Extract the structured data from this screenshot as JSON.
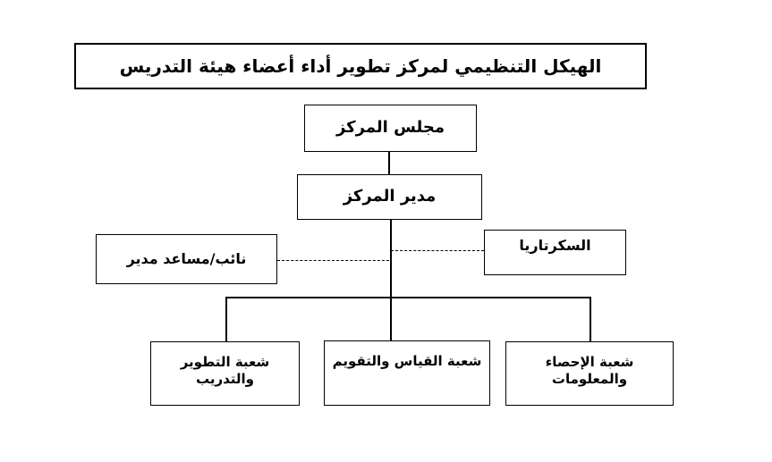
{
  "diagram": {
    "title": "الهيكل التنظيمي لمركز تطوير أداء أعضاء هيئة التدريس",
    "nodes": {
      "council": "مجلس المركز",
      "director": "مدير المركز",
      "deputy": "نائب/مساعد مدير",
      "secretariat": "السكرتاريا",
      "division_development": "شعبة التطوير والتدريب",
      "division_measurement": "شعبة القياس والتقويم",
      "division_statistics": "شعبة الإحصاء والمعلومات"
    },
    "edges": [
      {
        "from": "council",
        "to": "director",
        "style": "solid"
      },
      {
        "from": "director",
        "to": "deputy",
        "style": "dashed"
      },
      {
        "from": "director",
        "to": "secretariat",
        "style": "dashed"
      },
      {
        "from": "director",
        "to": "division_development",
        "style": "solid"
      },
      {
        "from": "director",
        "to": "division_measurement",
        "style": "solid"
      },
      {
        "from": "director",
        "to": "division_statistics",
        "style": "solid"
      }
    ],
    "colors": {
      "line": "#000000",
      "text": "#000000",
      "background": "#ffffff"
    }
  }
}
